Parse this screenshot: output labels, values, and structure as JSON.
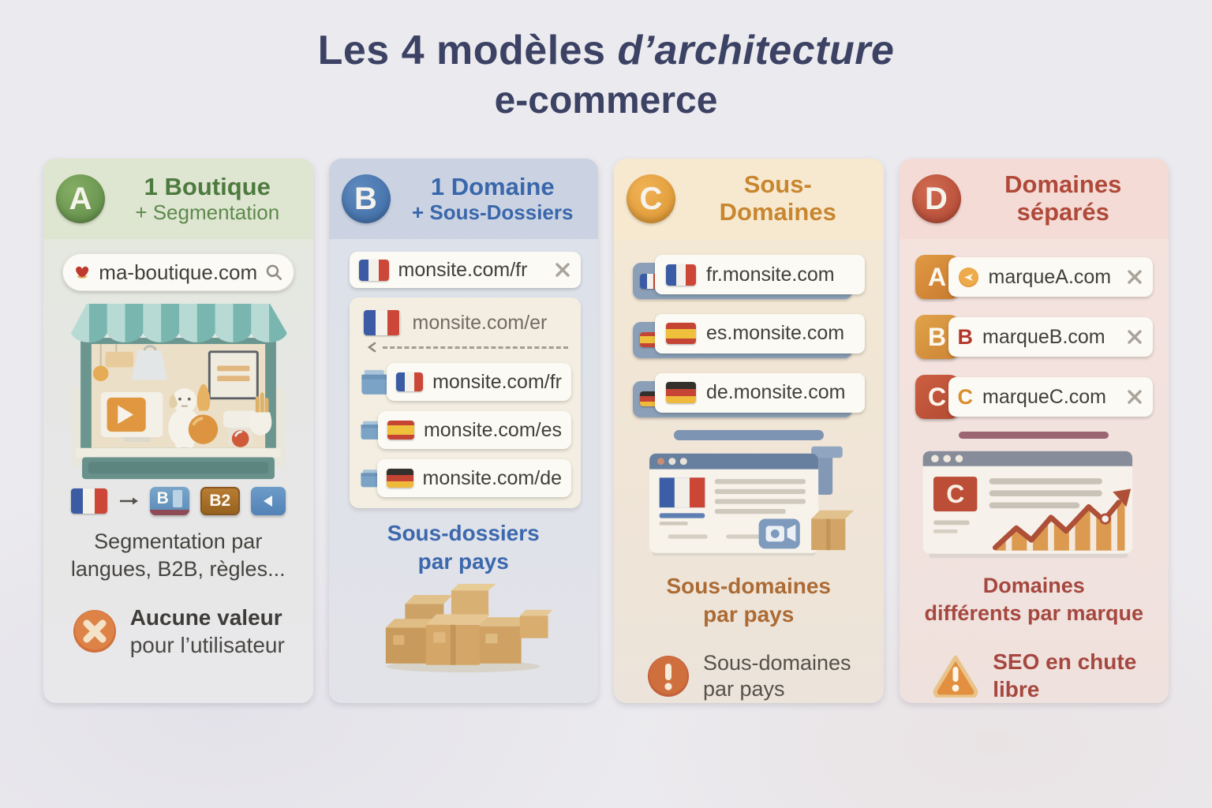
{
  "title": {
    "line1_prefix": "Les 4 modèles ",
    "line1_italic": "d’architecture",
    "line2": "e-commerce"
  },
  "panels": {
    "a": {
      "badge": "A",
      "title1": "1 Boutique",
      "title2": "+ Segmentation",
      "accent_color": "#5d8a4a",
      "search_url": "ma-boutique.com",
      "book_icon_label": "B",
      "b2b_icon_label": "B2",
      "caption1": "Segmentation par",
      "caption2": "langues, B2B, règles...",
      "verdict_bold": "Aucune valeur",
      "verdict_rest": "pour l’utilisateur"
    },
    "b": {
      "badge": "B",
      "title1": "1 Domaine",
      "title2": "+ Sous-Dossiers",
      "accent_color": "#3c68ae",
      "top_url": "monsite.com/fr",
      "redirect_url": "monsite.com/er",
      "folders": [
        {
          "flag": "fr",
          "url": "monsite.com/fr"
        },
        {
          "flag": "es",
          "url": "monsite.com/es"
        },
        {
          "flag": "de",
          "url": "monsite.com/de"
        }
      ],
      "caption1": "Sous-dossiers",
      "caption2": "par pays"
    },
    "c": {
      "badge": "C",
      "title1": "Sous-",
      "title2": "Domaines",
      "accent_color": "#d2973c",
      "domains": [
        {
          "flag": "fr",
          "url": "fr.monsite.com"
        },
        {
          "flag": "es",
          "url": "es.monsite.com"
        },
        {
          "flag": "de",
          "url": "de.monsite.com"
        }
      ],
      "caption1": "Sous-domaines",
      "caption2": "par pays",
      "verdict1": "Sous-domaines",
      "verdict2": "par pays"
    },
    "d": {
      "badge": "D",
      "title1": "Domaines",
      "title2": "séparés",
      "accent_color": "#b04a3a",
      "domains": [
        {
          "tab": "A",
          "url": "marqueA.com"
        },
        {
          "tab": "B",
          "favicon": "B",
          "url": "marqueB.com"
        },
        {
          "tab": "C",
          "favicon": "C",
          "url": "marqueC.com"
        }
      ],
      "browser_logo": "C",
      "caption1": "Domaines",
      "caption2": "différents par marque",
      "verdict1": "SEO en chute",
      "verdict2": "libre"
    }
  }
}
